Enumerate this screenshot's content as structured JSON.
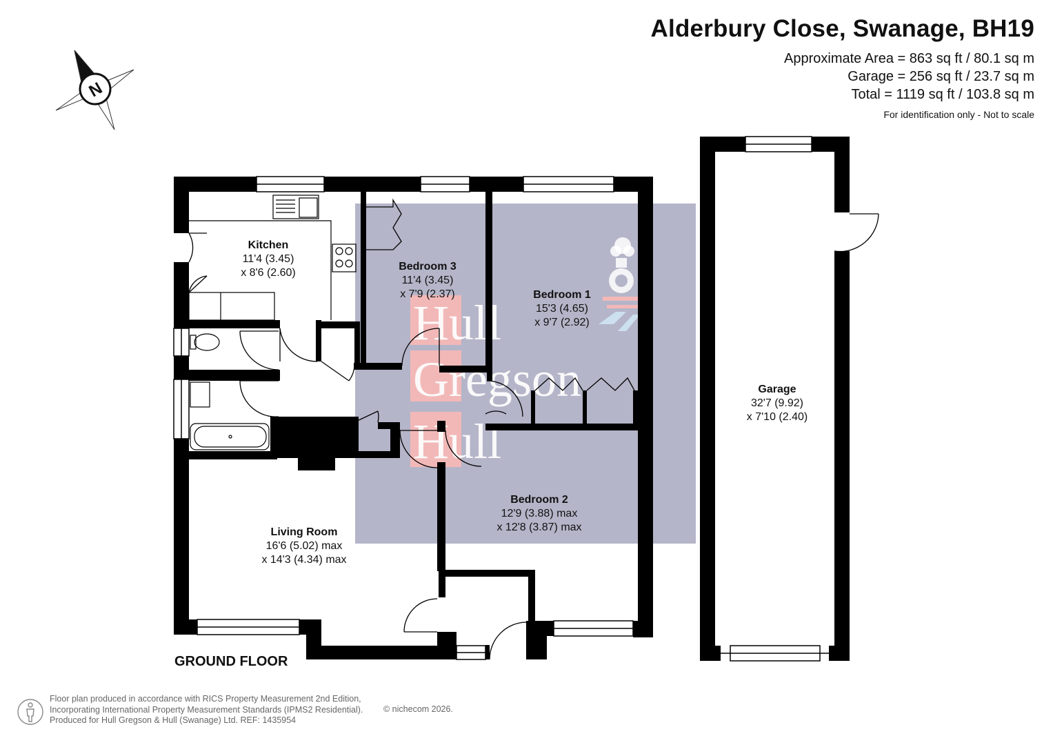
{
  "header": {
    "title": "Alderbury Close, Swanage, BH19",
    "area_lines": [
      "Approximate Area = 863 sq ft / 80.1 sq m",
      "Garage = 256 sq ft / 23.7 sq m",
      "Total = 1119 sq ft / 103.8 sq m"
    ],
    "note": "For identification only - Not to scale"
  },
  "compass": {
    "letter": "N"
  },
  "rooms": {
    "kitchen": {
      "name": "Kitchen",
      "dim1": "11'4 (3.45)",
      "dim2": "x 8'6 (2.60)"
    },
    "bedroom3": {
      "name": "Bedroom 3",
      "dim1": "11'4 (3.45)",
      "dim2": "x 7'9 (2.37)"
    },
    "bedroom1": {
      "name": "Bedroom 1",
      "dim1": "15'3 (4.65)",
      "dim2": "x 9'7 (2.92)"
    },
    "bedroom2": {
      "name": "Bedroom 2",
      "dim1": "12'9 (3.88) max",
      "dim2": "x 12'8 (3.87) max"
    },
    "living": {
      "name": "Living Room",
      "dim1": "16'6 (5.02) max",
      "dim2": "x 14'3 (4.34) max"
    },
    "garage": {
      "name": "Garage",
      "dim1": "32'7 (9.92)",
      "dim2": "x 7'10 (2.40)"
    }
  },
  "floor_label": "GROUND FLOOR",
  "watermark": {
    "line1": "Hull",
    "line2": "Gregson",
    "line3": "Hull"
  },
  "footer": {
    "lines": [
      "Floor plan produced in accordance with RICS Property Measurement 2nd Edition,",
      "Incorporating International Property Measurement Standards (IPMS2 Residential).",
      "Produced for Hull Gregson & Hull (Swanage) Ltd.   REF:  1435954"
    ],
    "copyright": "© nichecom 2026."
  },
  "colors": {
    "wall": "#000000",
    "watermark_box": "#b5b5c9",
    "watermark_letter_box": "#f2b8b8",
    "footer_text": "#666666"
  }
}
